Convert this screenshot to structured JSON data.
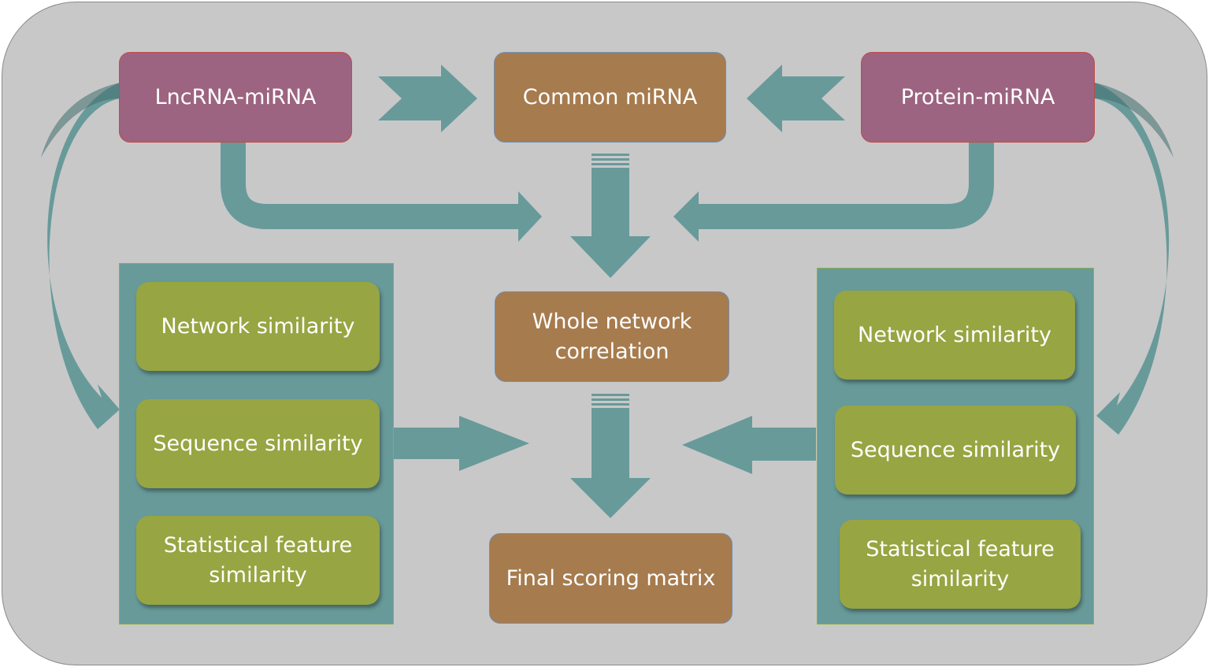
{
  "sources": {
    "lncrna": "LncRNA-miRNA",
    "common": "Common miRNA",
    "protein": "Protein-miRNA"
  },
  "center": {
    "whole_network": "Whole network correlation",
    "final_matrix": "Final scoring matrix"
  },
  "left_panel": {
    "network": "Network similarity",
    "sequence": "Sequence similarity",
    "statistical": "Statistical feature similarity"
  },
  "right_panel": {
    "network": "Network similarity",
    "sequence": "Sequence similarity",
    "statistical": "Statistical feature similarity"
  },
  "colors": {
    "background": "#c8c8c8",
    "arrow": "#689a9a",
    "source_box": "#9c6480",
    "center_box": "#a67b4e",
    "similarity_box": "#97a542"
  }
}
